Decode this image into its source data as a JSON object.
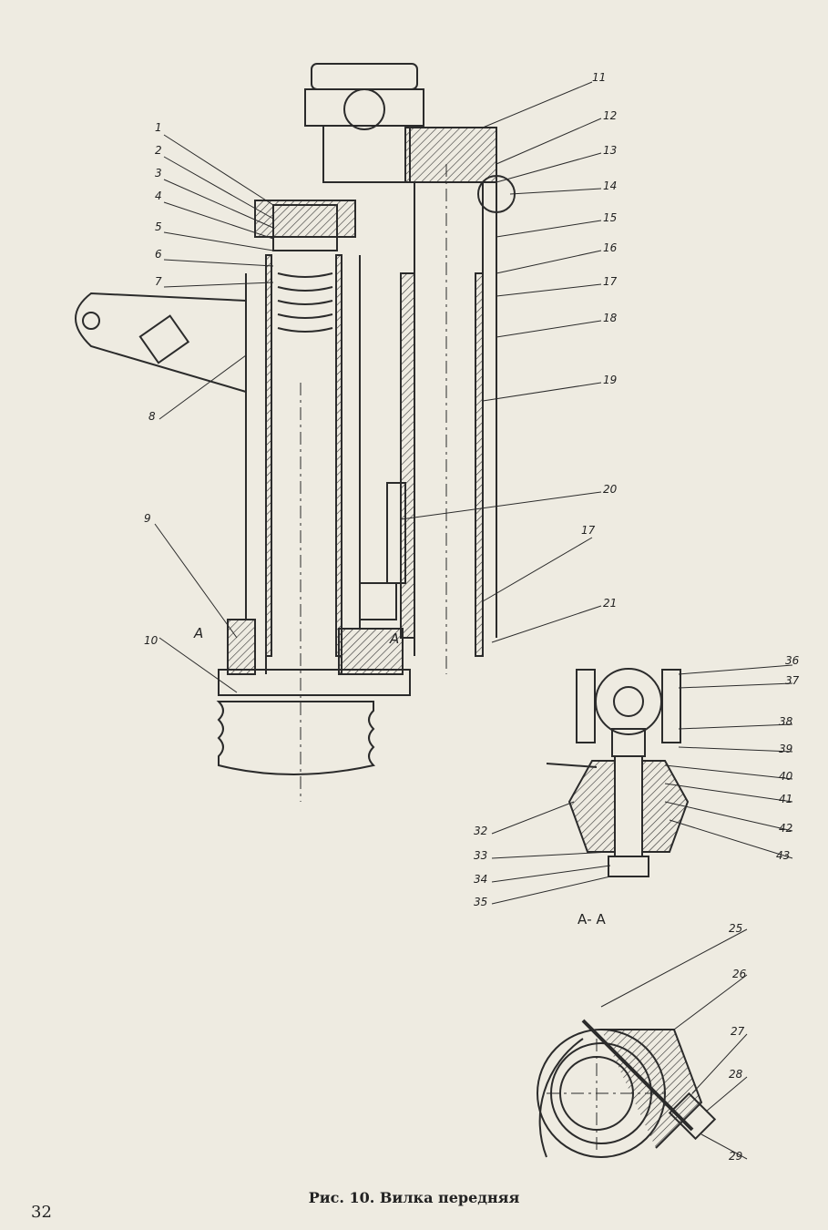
{
  "figure": {
    "caption": "Рис. 10. Вилка передняя",
    "section_label": "А- А",
    "callouts": [
      {
        "id": "c1",
        "text": "1"
      },
      {
        "id": "c2",
        "text": "2"
      },
      {
        "id": "c3",
        "text": "3"
      },
      {
        "id": "c4",
        "text": "4"
      },
      {
        "id": "c5",
        "text": "5"
      },
      {
        "id": "c6",
        "text": "6"
      },
      {
        "id": "c7",
        "text": "7"
      },
      {
        "id": "c8",
        "text": "8"
      },
      {
        "id": "c9",
        "text": "9"
      },
      {
        "id": "c10",
        "text": "10"
      },
      {
        "id": "c11",
        "text": "11"
      },
      {
        "id": "c12",
        "text": "12"
      },
      {
        "id": "c13",
        "text": "13"
      },
      {
        "id": "c14",
        "text": "14"
      },
      {
        "id": "c15",
        "text": "15"
      },
      {
        "id": "c16",
        "text": "16"
      },
      {
        "id": "c17",
        "text": "17"
      },
      {
        "id": "c18",
        "text": "18"
      },
      {
        "id": "c19",
        "text": "19"
      },
      {
        "id": "c20",
        "text": "20"
      },
      {
        "id": "c17b",
        "text": "17"
      },
      {
        "id": "c21",
        "text": "21"
      },
      {
        "id": "c36",
        "text": "36"
      },
      {
        "id": "c37",
        "text": "37"
      },
      {
        "id": "c38",
        "text": "38"
      },
      {
        "id": "c39",
        "text": "39"
      },
      {
        "id": "c40",
        "text": "40"
      },
      {
        "id": "c41",
        "text": "41"
      },
      {
        "id": "c42",
        "text": "42"
      },
      {
        "id": "c43",
        "text": "43"
      },
      {
        "id": "c32",
        "text": "32"
      },
      {
        "id": "c33",
        "text": "33"
      },
      {
        "id": "c34",
        "text": "34"
      },
      {
        "id": "c35",
        "text": "35"
      },
      {
        "id": "c25",
        "text": "25"
      },
      {
        "id": "c26",
        "text": "26"
      },
      {
        "id": "c27",
        "text": "27"
      },
      {
        "id": "c28",
        "text": "28"
      },
      {
        "id": "c29",
        "text": "29"
      },
      {
        "id": "cA1",
        "text": "А"
      },
      {
        "id": "cA2",
        "text": "А"
      }
    ]
  },
  "page": {
    "number": "32"
  }
}
